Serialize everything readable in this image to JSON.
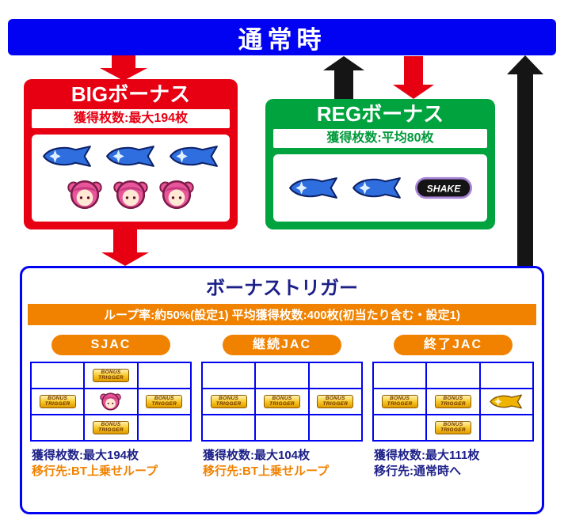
{
  "header": {
    "title": "通常時"
  },
  "big_bonus": {
    "title": "BIGボーナス",
    "payout": "獲得枚数:最大194枚",
    "reel_rows": [
      [
        "fish",
        "fish",
        "fish"
      ],
      [
        "girl",
        "girl",
        "girl"
      ]
    ]
  },
  "reg_bonus": {
    "title": "REGボーナス",
    "payout": "獲得枚数:平均80枚",
    "reel_rows": [
      [
        "fish",
        "fish",
        "shake"
      ]
    ]
  },
  "bonus_trigger": {
    "title": "ボーナストリガー",
    "subtitle": "ループ率:約50%(設定1) 平均獲得枚数:400枚(初当たり含む・設定1)",
    "columns": [
      {
        "label": "SJAC",
        "grid": [
          [
            "",
            "bt",
            ""
          ],
          [
            "bt",
            "girl",
            "bt"
          ],
          [
            "",
            "bt",
            ""
          ]
        ],
        "payout": "獲得枚数:最大194枚",
        "destination": "移行先:BT上乗せループ",
        "destination_color": "#f08200"
      },
      {
        "label": "継続JAC",
        "grid": [
          [
            "",
            "",
            ""
          ],
          [
            "bt",
            "bt",
            "bt"
          ],
          [
            "",
            "",
            ""
          ]
        ],
        "payout": "獲得枚数:最大104枚",
        "destination": "移行先:BT上乗せループ",
        "destination_color": "#f08200"
      },
      {
        "label": "終了JAC",
        "grid": [
          [
            "",
            "",
            ""
          ],
          [
            "bt",
            "bt",
            "goldfish"
          ],
          [
            "",
            "bt",
            ""
          ]
        ],
        "payout": "獲得枚数:最大111枚",
        "destination": "移行先:通常時へ",
        "destination_color": "#1d2088"
      }
    ]
  },
  "symbols": {
    "bonus_trigger_badge": [
      "BONUS",
      "TRIGGER"
    ],
    "shake_label": "SHAKE"
  },
  "colors": {
    "blue": "#0202f2",
    "red": "#e60012",
    "green": "#00a33e",
    "orange": "#f08200",
    "navy": "#1d2088"
  }
}
